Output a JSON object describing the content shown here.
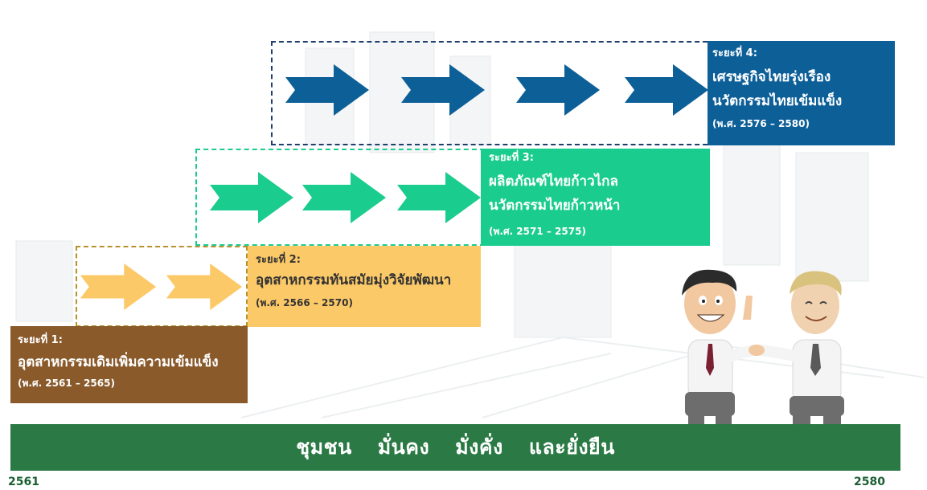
{
  "stages": [
    {
      "label": "ระยะที่ 1:",
      "title_lines": [
        "อุตสาหกรรมเดิมเพิ่มความเข้มแข็ง"
      ],
      "years": "(พ.ศ. 2561 – 2565)",
      "color": "#8a5a2b"
    },
    {
      "label": "ระยะที่ 2:",
      "title_lines": [
        "อุตสาหกรรมทันสมัยมุ่งวิจัยพัฒนา"
      ],
      "years": "(พ.ศ. 2566 – 2570)",
      "color": "#fcc968"
    },
    {
      "label": "ระยะที่ 3:",
      "title_lines": [
        "ผลิตภัณฑ์ไทยก้าวไกล",
        "นวัตกรรมไทยก้าวหน้า"
      ],
      "years": "(พ.ศ. 2571 – 2575)",
      "color": "#1bcc8f"
    },
    {
      "label": "ระยะที่ 4:",
      "title_lines": [
        "เศรษฐกิจไทยรุ่งเรือง",
        "นวัตกรรมไทยเข้มแข็ง"
      ],
      "years": "(พ.ศ. 2576 – 2580)",
      "color": "#0d5f98"
    }
  ],
  "banner": {
    "words": [
      "ชุมชน",
      "มั่นคง",
      "มั่งคั่ง",
      "และยั่งยืน"
    ],
    "color": "#2b7a45"
  },
  "axis": {
    "start": "2561",
    "end": "2580"
  }
}
